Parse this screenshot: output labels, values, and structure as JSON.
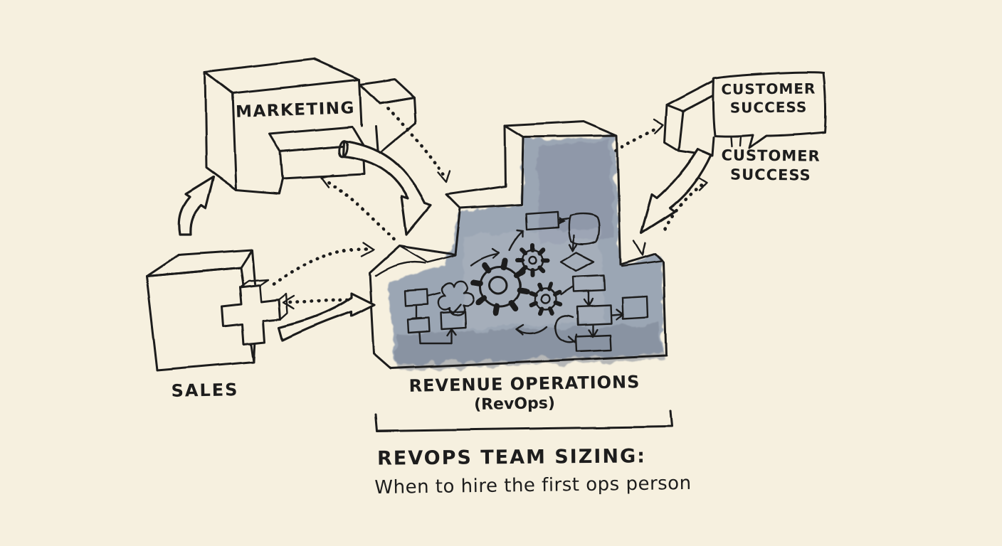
{
  "colors": {
    "paper": "#f6f0df",
    "ink": "#1f1f1f",
    "wash": "#949fb0",
    "wash_dark": "#75808f",
    "wash_light": "#b3bac6"
  },
  "marketing": {
    "label": "MARKETING"
  },
  "sales": {
    "label": "SALES"
  },
  "customer_success": {
    "bubble_line1": "CUSTOMER",
    "bubble_line2": "SUCCESS",
    "label_line1": "CUSTOMER",
    "label_line2": "SUCCESS"
  },
  "revops": {
    "label": "REVENUE OPERATIONS",
    "sublabel": "(RevOps)"
  },
  "caption": {
    "title": "REVOPS TEAM SIZING:",
    "subtitle": "When to hire the first ops person"
  },
  "icons": {
    "gears": "gear-icon",
    "puzzle": "puzzle-piece-icon",
    "flowchart": "flowchart-icon",
    "solid_arrows": "ribbon-arrow-icon",
    "dotted_arrows": "dotted-arrow-icon",
    "speech_bubble": "speech-bubble-icon",
    "bracket": "bracket-icon"
  }
}
